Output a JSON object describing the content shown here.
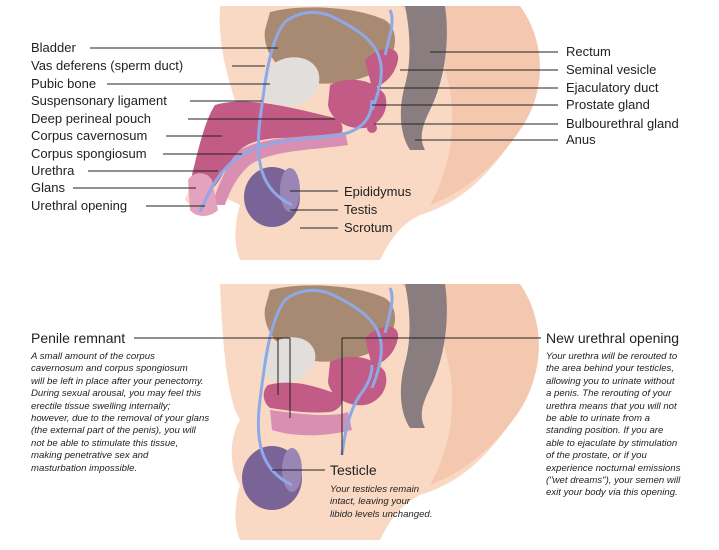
{
  "top_labels_left": [
    {
      "id": "bladder",
      "text": "Bladder"
    },
    {
      "id": "vas-deferens",
      "text": "Vas deferens (sperm duct)"
    },
    {
      "id": "pubic-bone",
      "text": "Pubic bone"
    },
    {
      "id": "suspensory-ligament",
      "text": "Suspensonary ligament"
    },
    {
      "id": "deep-perineal-pouch",
      "text": "Deep perineal pouch"
    },
    {
      "id": "corpus-cavernosum",
      "text": "Corpus cavernosum"
    },
    {
      "id": "corpus-spongiosum",
      "text": "Corpus spongiosum"
    },
    {
      "id": "urethra",
      "text": "Urethra"
    },
    {
      "id": "glans",
      "text": "Glans"
    },
    {
      "id": "urethral-opening",
      "text": "Urethral opening"
    }
  ],
  "top_labels_right": [
    {
      "id": "rectum",
      "text": "Rectum"
    },
    {
      "id": "seminal-vesicle",
      "text": "Seminal vesicle"
    },
    {
      "id": "ejaculatory-duct",
      "text": "Ejaculatory duct"
    },
    {
      "id": "prostate-gland",
      "text": "Prostate gland"
    },
    {
      "id": "bulbourethral-gland",
      "text": "Bulbourethral gland"
    },
    {
      "id": "anus",
      "text": "Anus"
    }
  ],
  "top_labels_bottom": [
    {
      "id": "epididymus",
      "text": "Epididymus"
    },
    {
      "id": "testis",
      "text": "Testis"
    },
    {
      "id": "scrotum",
      "text": "Scrotum"
    }
  ],
  "bottom": {
    "penile_remnant": {
      "title": "Penile remnant",
      "lines": [
        "A small amount of the corpus",
        "cavernosum and corpus spongiosum",
        "will be left in place after your penectomy.",
        "During sexual arousal, you may feel this",
        "erectile tissue swelling internally;",
        "however, due to the removal of your glans",
        "(the external part of the penis), you will",
        "not be able to stimulate this tissue,",
        "making penetrative sex and",
        "masturbation impossible."
      ]
    },
    "new_urethral_opening": {
      "title": "New urethral opening",
      "lines": [
        "Your urethra will be rerouted to",
        "the area behind your testicles,",
        "allowing you to urinate without",
        "a penis. The rerouting of your",
        "urethra means that you will not",
        "be able to urinate from a",
        "standing position. If you are",
        "able to ejaculate by stimulation",
        "of the prostate, or if you",
        "experience nocturnal emissions",
        "(\"wet dreams\"), your semen will",
        "exit your body via this opening."
      ]
    },
    "testicle": {
      "title": "Testicle",
      "lines": [
        "Your testicles remain",
        "intact, leaving your",
        "libido levels unchanged."
      ]
    }
  },
  "colors": {
    "skin": "#f9d9c4",
    "skin_dark": "#f2bea2",
    "bladder": "#a88a72",
    "bone": "#e2dedb",
    "urethra_blue": "#8fa8e6",
    "erectile": "#c25b86",
    "spongiosum": "#d98fb2",
    "testis": "#7a6396",
    "rectum": "#8a7d80",
    "line": "#222222"
  }
}
